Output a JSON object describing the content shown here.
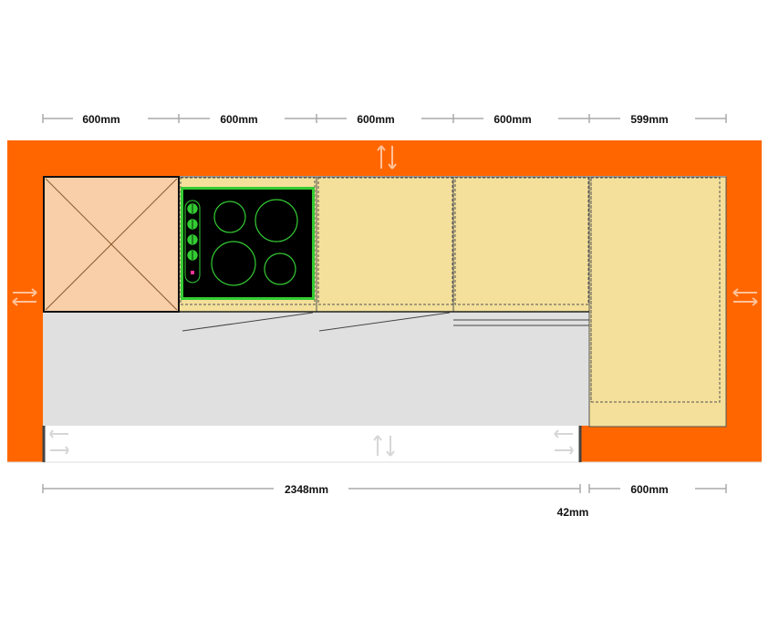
{
  "colors": {
    "wall": "#ff6600",
    "floor": "#e0e0e0",
    "worktop": "#f4e09a",
    "cabinet_tall": "#f8cfa8",
    "hob_body": "#000000",
    "hob_burner": "#33cc33",
    "dim_line": "#aaaaaa",
    "arrow": "#ffffff",
    "door_opening": "#ffffff"
  },
  "dimensions": {
    "top": [
      "600mm",
      "600mm",
      "600mm",
      "600mm",
      "599mm"
    ],
    "bottom_left": "2348mm",
    "bottom_right": "600mm",
    "bottom_small": "42mm"
  },
  "units": [
    {
      "kind": "tall-cabinet",
      "name": "tall-cabinet-unit"
    },
    {
      "kind": "hob",
      "name": "hob-unit"
    },
    {
      "kind": "base",
      "name": "base-unit-3"
    },
    {
      "kind": "base",
      "name": "base-unit-4"
    },
    {
      "kind": "corner",
      "name": "corner-base-unit"
    }
  ],
  "icons": {
    "wall_arrows": "double-arrow-icon",
    "hob_knob": "knob-icon"
  }
}
